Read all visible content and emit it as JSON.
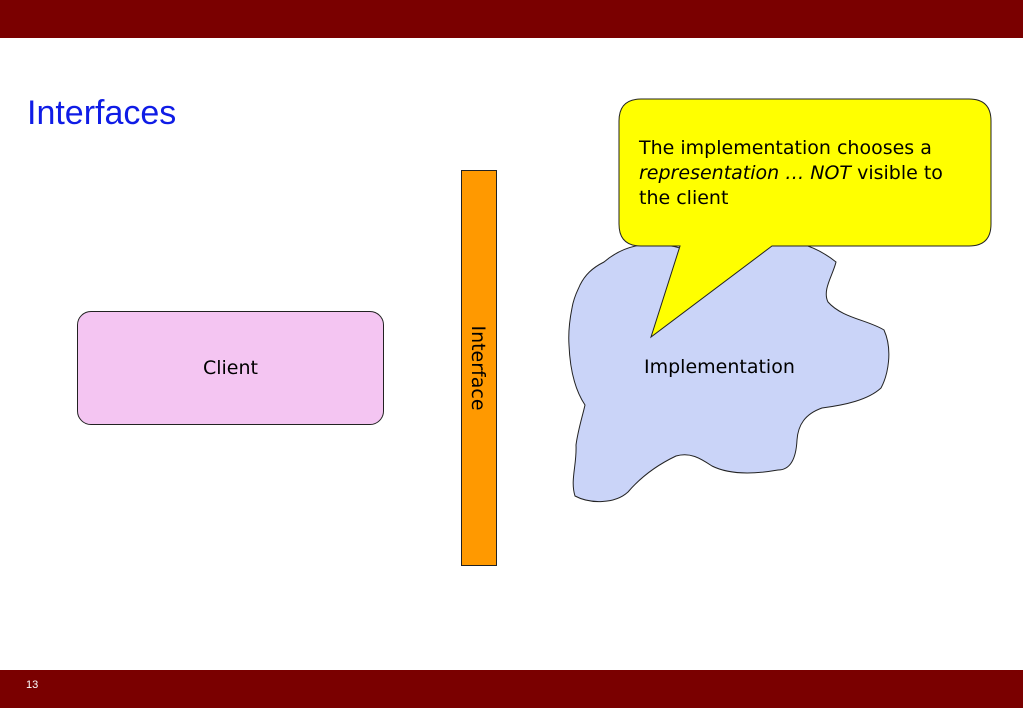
{
  "slide": {
    "title": "Interfaces",
    "page_number": "13"
  },
  "diagram": {
    "client_label": "Client",
    "interface_label": "Interface",
    "implementation_label": "Implementation",
    "callout": {
      "line_start": "The implementation chooses a",
      "italic_part": "representation … NOT",
      "line_end": " visible to the client"
    }
  },
  "colors": {
    "header_bar": "#7a0000",
    "title": "#0f1ce6",
    "client_fill": "#f4c5f2",
    "interface_fill": "#ff9900",
    "implementation_fill": "#cad4f8",
    "callout_fill": "#ffff00"
  }
}
